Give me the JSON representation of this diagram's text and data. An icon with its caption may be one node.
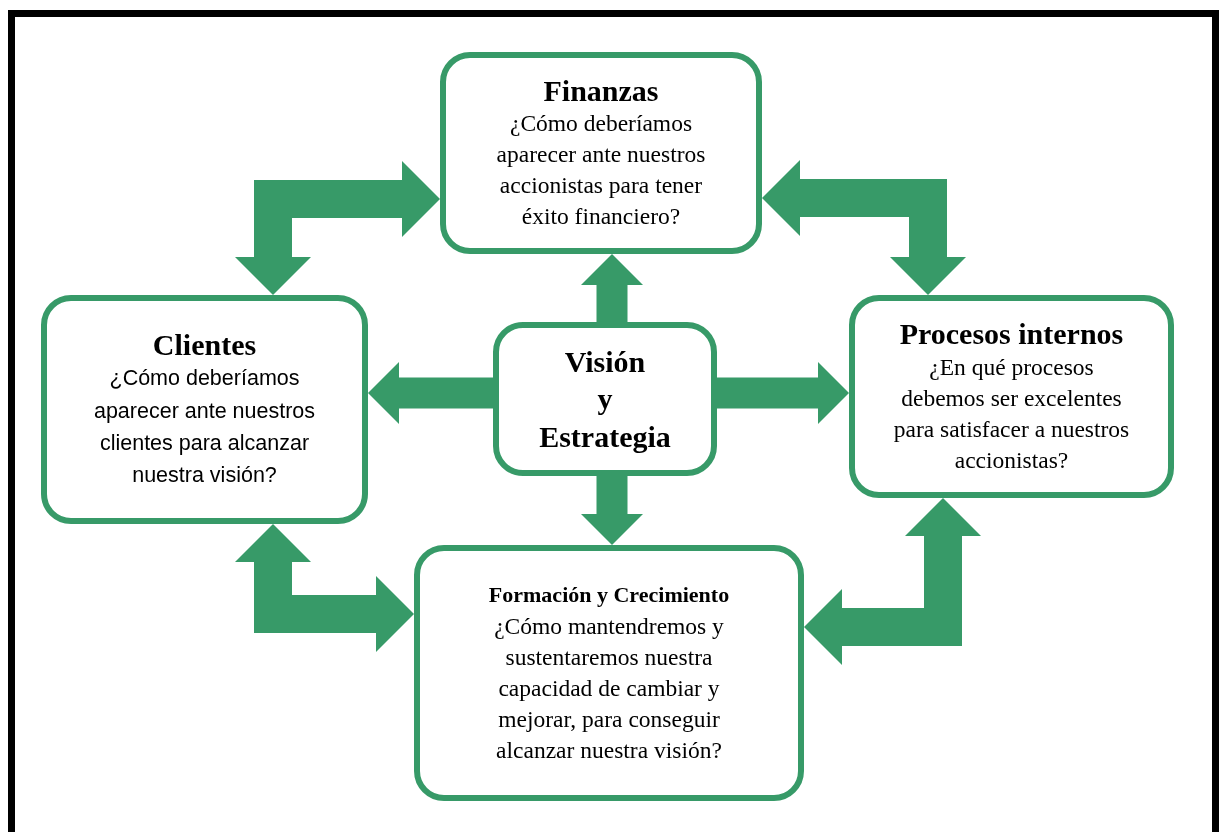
{
  "diagram": {
    "nodes": [
      {
        "text": [
          "Finanzas",
          "¿Cómo deberíamos aparecer ante nuestros accionistas para tener éxito financiero?"
        ]
      },
      {
        "text": [
          "Clientes",
          "¿Cómo deberíamos aparecer ante nuestros clientes para alcanzar nuestra visión?"
        ]
      },
      {
        "text": [
          "Visión y Estrategia"
        ]
      },
      {
        "text": [
          "Procesos internos",
          "¿En qué procesos debemos ser excelentes para satisfacer a nuestros accionistas?"
        ]
      },
      {
        "text": [
          "Formación y Crecimiento",
          "¿Cómo mantendremos y sustentaremos nuestra capacidad de cambiar y mejorar, para conseguir alcanzar nuestra visión?"
        ]
      }
    ],
    "edges": [
      {
        "from": 2,
        "to": 0,
        "arrow": "to"
      },
      {
        "from": 2,
        "to": 1,
        "arrow": "to"
      },
      {
        "from": 2,
        "to": 3,
        "arrow": "to"
      },
      {
        "from": 2,
        "to": 4,
        "arrow": "to"
      },
      {
        "from": 1,
        "to": 0,
        "arrow": "both"
      },
      {
        "from": 0,
        "to": 3,
        "arrow": "both"
      },
      {
        "from": 1,
        "to": 4,
        "arrow": "both"
      },
      {
        "from": 4,
        "to": 3,
        "arrow": "both"
      }
    ]
  }
}
